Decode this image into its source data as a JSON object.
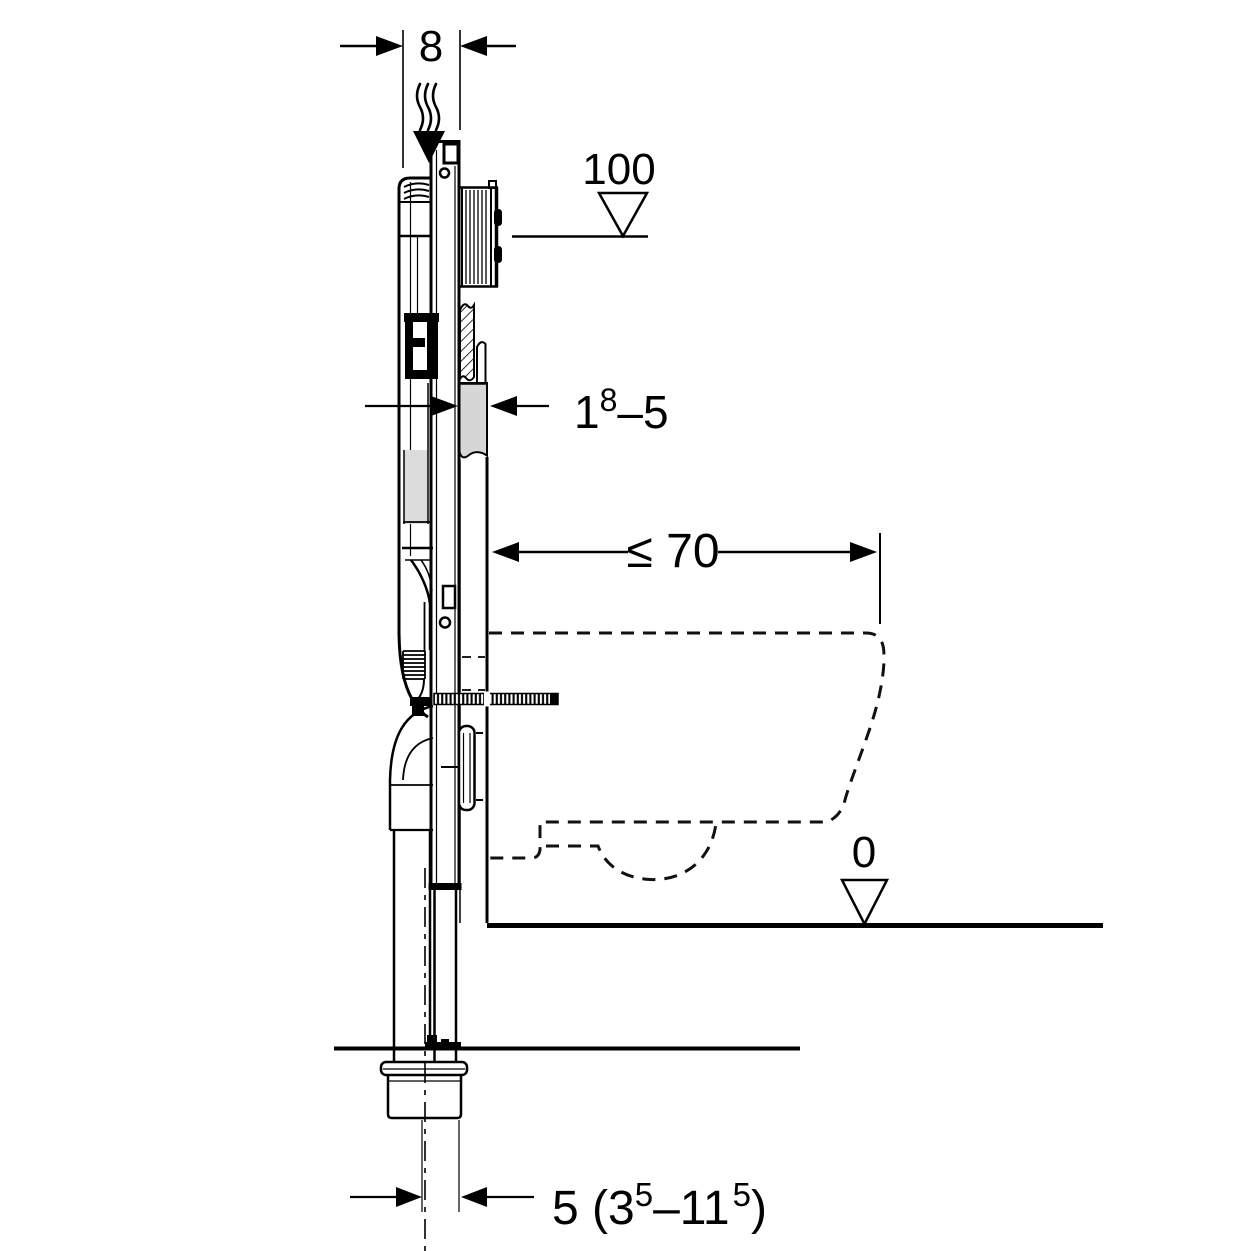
{
  "drawing": {
    "type": "technical installation diagram",
    "subject": "concealed cistern mounting frame with wall-hung WC pan, side section"
  },
  "colors": {
    "line": "#000000",
    "finish_gray": "#d6d6d6",
    "tank_gray": "#dcdcdc",
    "background": "#ffffff"
  },
  "dimensions": {
    "frame_depth": "8",
    "supply_level": "100",
    "floor_level": "0",
    "pan_depth": "≤ 70",
    "finish_thickness": {
      "p1": "1",
      "sup1": "8",
      "p2": "–5"
    },
    "outlet_offset": {
      "p1": "5 (3",
      "sup1": "5",
      "p2": "–11",
      "sup2": "5",
      "p3": ")"
    }
  }
}
